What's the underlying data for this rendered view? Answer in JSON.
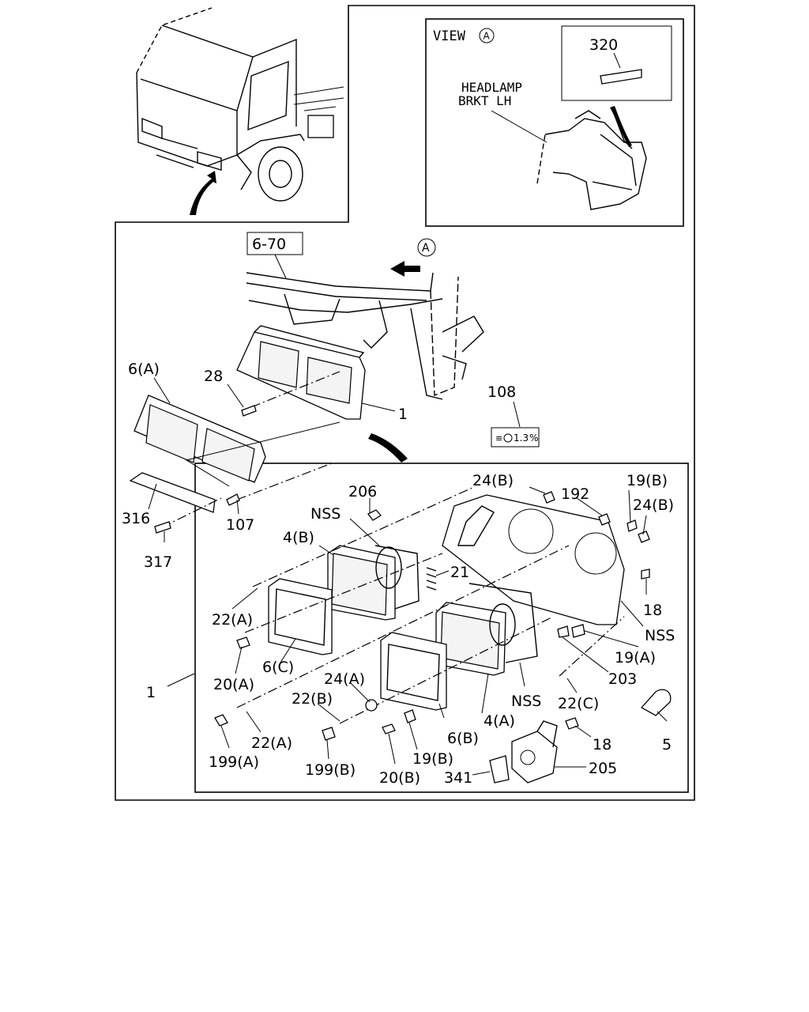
{
  "view": {
    "title": "VIEW",
    "marker": "A",
    "part_label": "320",
    "note_line1": "HEADLAMP",
    "note_line2": "BRKT LH"
  },
  "ref_box": "6-70",
  "arrow_marker": "A",
  "callouts": {
    "p108": "108",
    "badge": "1.3",
    "p6A": "6(A)",
    "p28": "28",
    "p1_upper": "1",
    "p316": "316",
    "p107": "107",
    "p317": "317",
    "p206": "206",
    "pNSS_top": "NSS",
    "p4B": "4(B)",
    "p21": "21",
    "p24B_a": "24(B)",
    "p192": "192",
    "p19B_top": "19(B)",
    "p24B_b": "24(B)",
    "p18_right": "18",
    "pNSS_right": "NSS",
    "p19A": "19(A)",
    "p203": "203",
    "p22A_top": "22(A)",
    "p6C": "6(C)",
    "p20A": "20(A)",
    "p1_lower": "1",
    "p24A": "24(A)",
    "p22B": "22(B)",
    "pNSS_bottom": "NSS",
    "p22C": "22(C)",
    "p5": "5",
    "p4A": "4(A)",
    "p6B": "6(B)",
    "p18_bottom": "18",
    "p22A_bottom": "22(A)",
    "p199A": "199(A)",
    "p199B": "199(B)",
    "p19B_bottom": "19(B)",
    "p20B": "20(B)",
    "p341": "341",
    "p205": "205"
  }
}
